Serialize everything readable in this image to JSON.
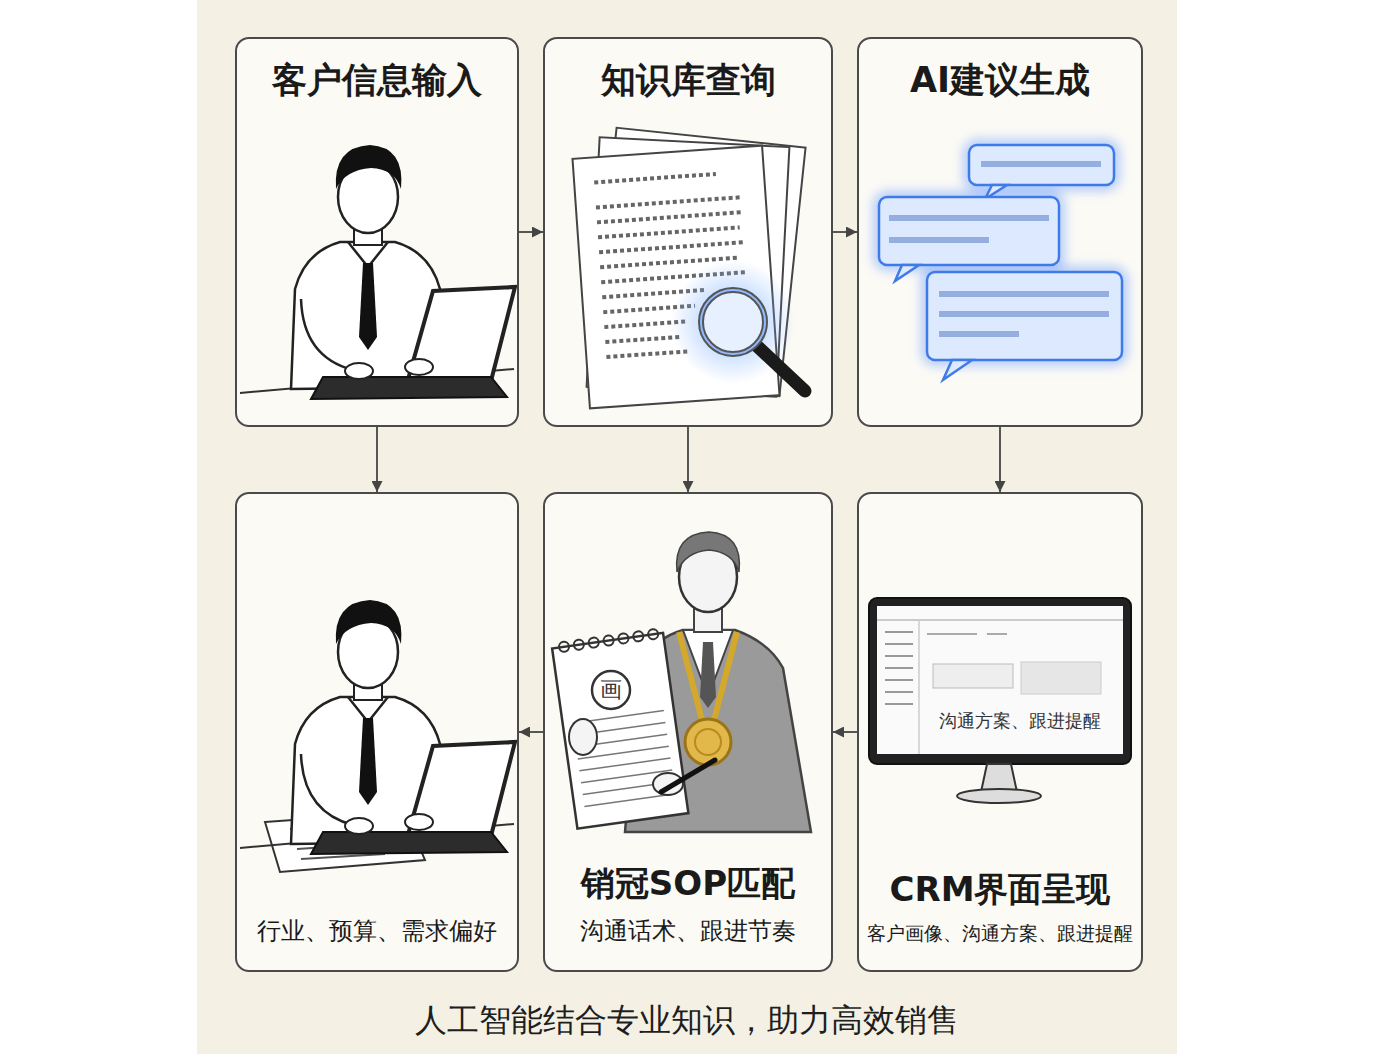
{
  "diagram": {
    "caption": "人工智能结合专业知识，助力高效销售",
    "nodes": [
      {
        "text": [
          "客户信息输入"
        ]
      },
      {
        "text": [
          "知识库查询"
        ]
      },
      {
        "text": [
          "AI建议生成"
        ]
      },
      {
        "text": [
          "行业、预算、需求偏好"
        ]
      },
      {
        "text": [
          "销冠SOP匹配",
          "沟通话术、跟进节奏"
        ]
      },
      {
        "text": [
          "CRM界面呈现",
          "客户画像、沟通方案、跟进提醒"
        ]
      }
    ],
    "edges": [
      {
        "from": 0,
        "to": 1,
        "arrow": "to"
      },
      {
        "from": 1,
        "to": 2,
        "arrow": "to"
      },
      {
        "from": 0,
        "to": 3,
        "arrow": "to"
      },
      {
        "from": 1,
        "to": 4,
        "arrow": "to"
      },
      {
        "from": 2,
        "to": 5,
        "arrow": "to"
      },
      {
        "from": 5,
        "to": 4,
        "arrow": "to"
      },
      {
        "from": 4,
        "to": 3,
        "arrow": "to"
      }
    ],
    "labels": [
      "沟通方案、跟进提醒",
      "画"
    ]
  }
}
